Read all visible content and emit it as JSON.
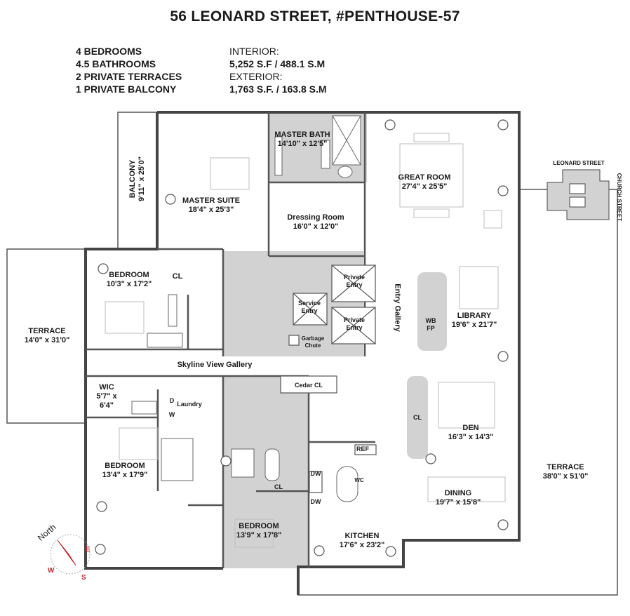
{
  "header": {
    "title": "56 LEONARD STREET, #PENTHOUSE-57",
    "specs": [
      "4 BEDROOMS",
      "4.5 BATHROOMS",
      "2 PRIVATE TERRACES",
      "1 PRIVATE BALCONY"
    ],
    "interior_label": "INTERIOR:",
    "interior_value": "5,252 S.F / 488.1 S.M",
    "exterior_label": "EXTERIOR:",
    "exterior_value": "1,763 S.F. / 163.8 S.M"
  },
  "rooms": {
    "master_bath": {
      "name": "MASTER BATH",
      "dim": "14'10\" x 12'5\""
    },
    "great_room": {
      "name": "GREAT ROOM",
      "dim": "27'4\" x 25'5\""
    },
    "balcony": {
      "name": "BALCONY",
      "dim": "9'11\" x 25'0\""
    },
    "master_suite": {
      "name": "MASTER SUITE",
      "dim": "18'4\" x 25'3\""
    },
    "dressing_room": {
      "name": "Dressing Room",
      "dim": "16'0\" x 12'0\""
    },
    "bedroom1": {
      "name": "BEDROOM",
      "dim": "10'3\" x 17'2\""
    },
    "terrace_west": {
      "name": "TERRACE",
      "dim": "14'0\" x 31'0\""
    },
    "private_entry1": {
      "line1": "Private",
      "line2": "Entry"
    },
    "private_entry2": {
      "line1": "Private",
      "line2": "Entry"
    },
    "service_entry": {
      "line1": "Service",
      "line2": "Entry"
    },
    "garbage_chute": {
      "line1": "Garbage",
      "line2": "Chute"
    },
    "entry_gallery": "Entry Gallery",
    "wbfp": {
      "line1": "WB",
      "line2": "FP"
    },
    "library": {
      "name": "LIBRARY",
      "dim": "19'6\" x 21'7\""
    },
    "skyline_gallery": "Skyline View Gallery",
    "cedar_cl": "Cedar CL",
    "wic": {
      "name": "WIC",
      "dim1": "5'7\" x",
      "dim2": "6'4\""
    },
    "laundry": "Laundry",
    "d": "D",
    "w": "W",
    "den": {
      "name": "DEN",
      "dim": "16'3\" x 14'3\""
    },
    "bedroom2": {
      "name": "BEDROOM",
      "dim": "13'4\" x 17'9\""
    },
    "ref": "REF",
    "dw1": "DW",
    "dw2": "DW",
    "wc": "WC",
    "dining": {
      "name": "DINING",
      "dim": "19'7\" x 15'8\""
    },
    "terrace_east": {
      "name": "TERRACE",
      "dim": "38'0\" x 51'0\""
    },
    "bedroom3": {
      "name": "BEDROOM",
      "dim": "13'9\" x 17'8\""
    },
    "kitchen": {
      "name": "KITCHEN",
      "dim": "17'6\" x 23'2\""
    },
    "cl_bedroom1": "CL",
    "cl_den": "CL",
    "cl_bedroom3": "CL"
  },
  "key_plan": {
    "street_top": "LEONARD STREET",
    "street_side": "CHURCH STREET"
  },
  "compass": {
    "north": "North",
    "e": "E",
    "s": "S",
    "w": "W",
    "accent": "#c0282d"
  }
}
